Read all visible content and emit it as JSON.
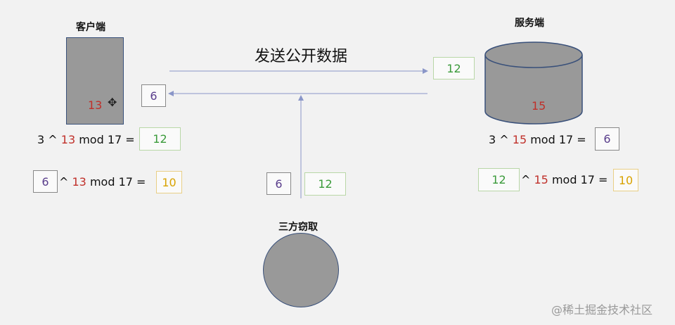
{
  "client": {
    "label": "客户端",
    "secret": "13"
  },
  "server": {
    "label": "服务端",
    "secret": "15"
  },
  "eavesdropper": {
    "label": "三方窃取",
    "captured": [
      "6",
      "12"
    ]
  },
  "channel": {
    "title": "发送公开数据",
    "to_server_value": "12",
    "to_client_value": "6"
  },
  "client_eq1": {
    "base": "3 ^ ",
    "exp": "13",
    "rest": " mod 17 =",
    "result": "12"
  },
  "client_eq2": {
    "base_box": "6",
    "op": " ^ ",
    "exp": "13",
    "rest": " mod 17 =",
    "result": "10"
  },
  "server_eq1": {
    "base": "3 ^ ",
    "exp": "15",
    "rest": " mod 17 =",
    "result": "6"
  },
  "server_eq2": {
    "base_box": "12",
    "op": " ^ ",
    "exp": "15",
    "rest": " mod 17 =",
    "result": "10"
  },
  "watermark": "@稀土掘金技术社区",
  "colors": {
    "secret": "#c0302a",
    "public_green": "#3a9a3a",
    "public_purple": "#5a3e8c",
    "shared_key": "#d8a200",
    "arrow": "#8a96c8"
  }
}
